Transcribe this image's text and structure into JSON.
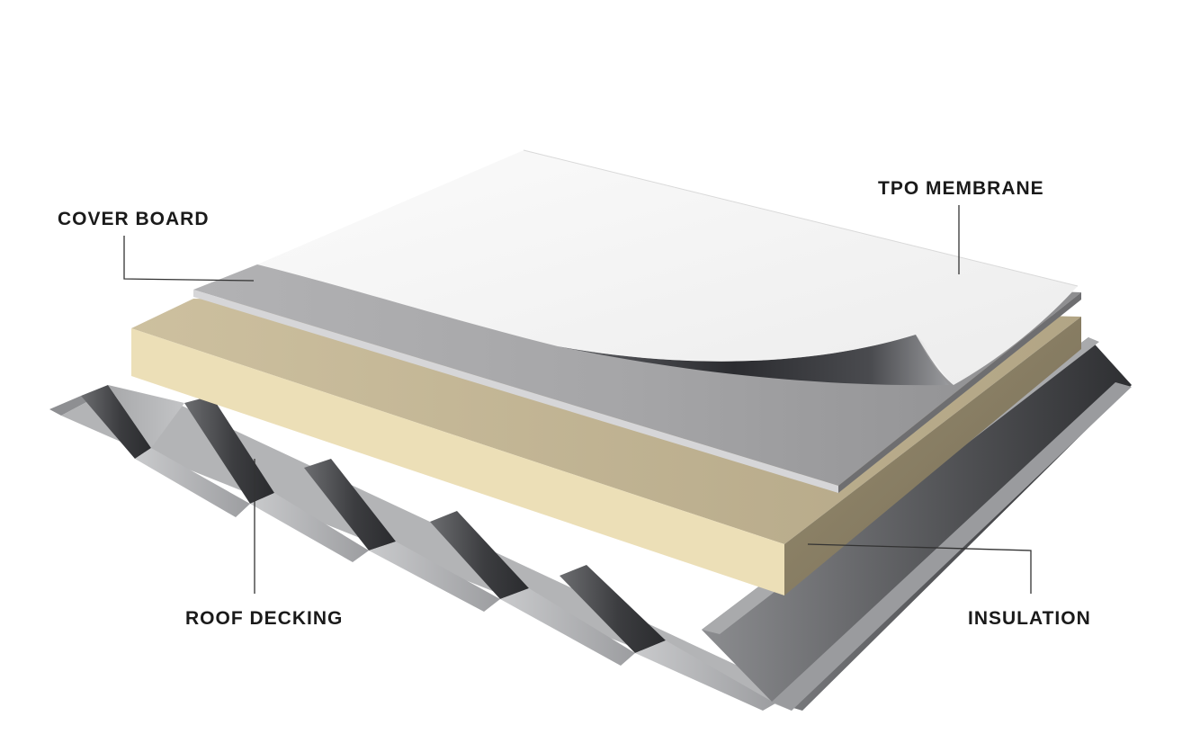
{
  "labels": {
    "tpo_membrane": "TPO MEMBRANE",
    "cover_board": "COVER BOARD",
    "insulation": "INSULATION",
    "roof_decking": "ROOF DECKING"
  },
  "colors": {
    "membrane": "#f4f4f4",
    "cover_board": "#a8a8aa",
    "insulation_front": "#ecdfb7",
    "insulation_top": "#c4b795",
    "insulation_side": "#8a7f64",
    "decking": "#9a9a9c",
    "leader_line": "#333333",
    "label_text": "#1a1a1a"
  }
}
